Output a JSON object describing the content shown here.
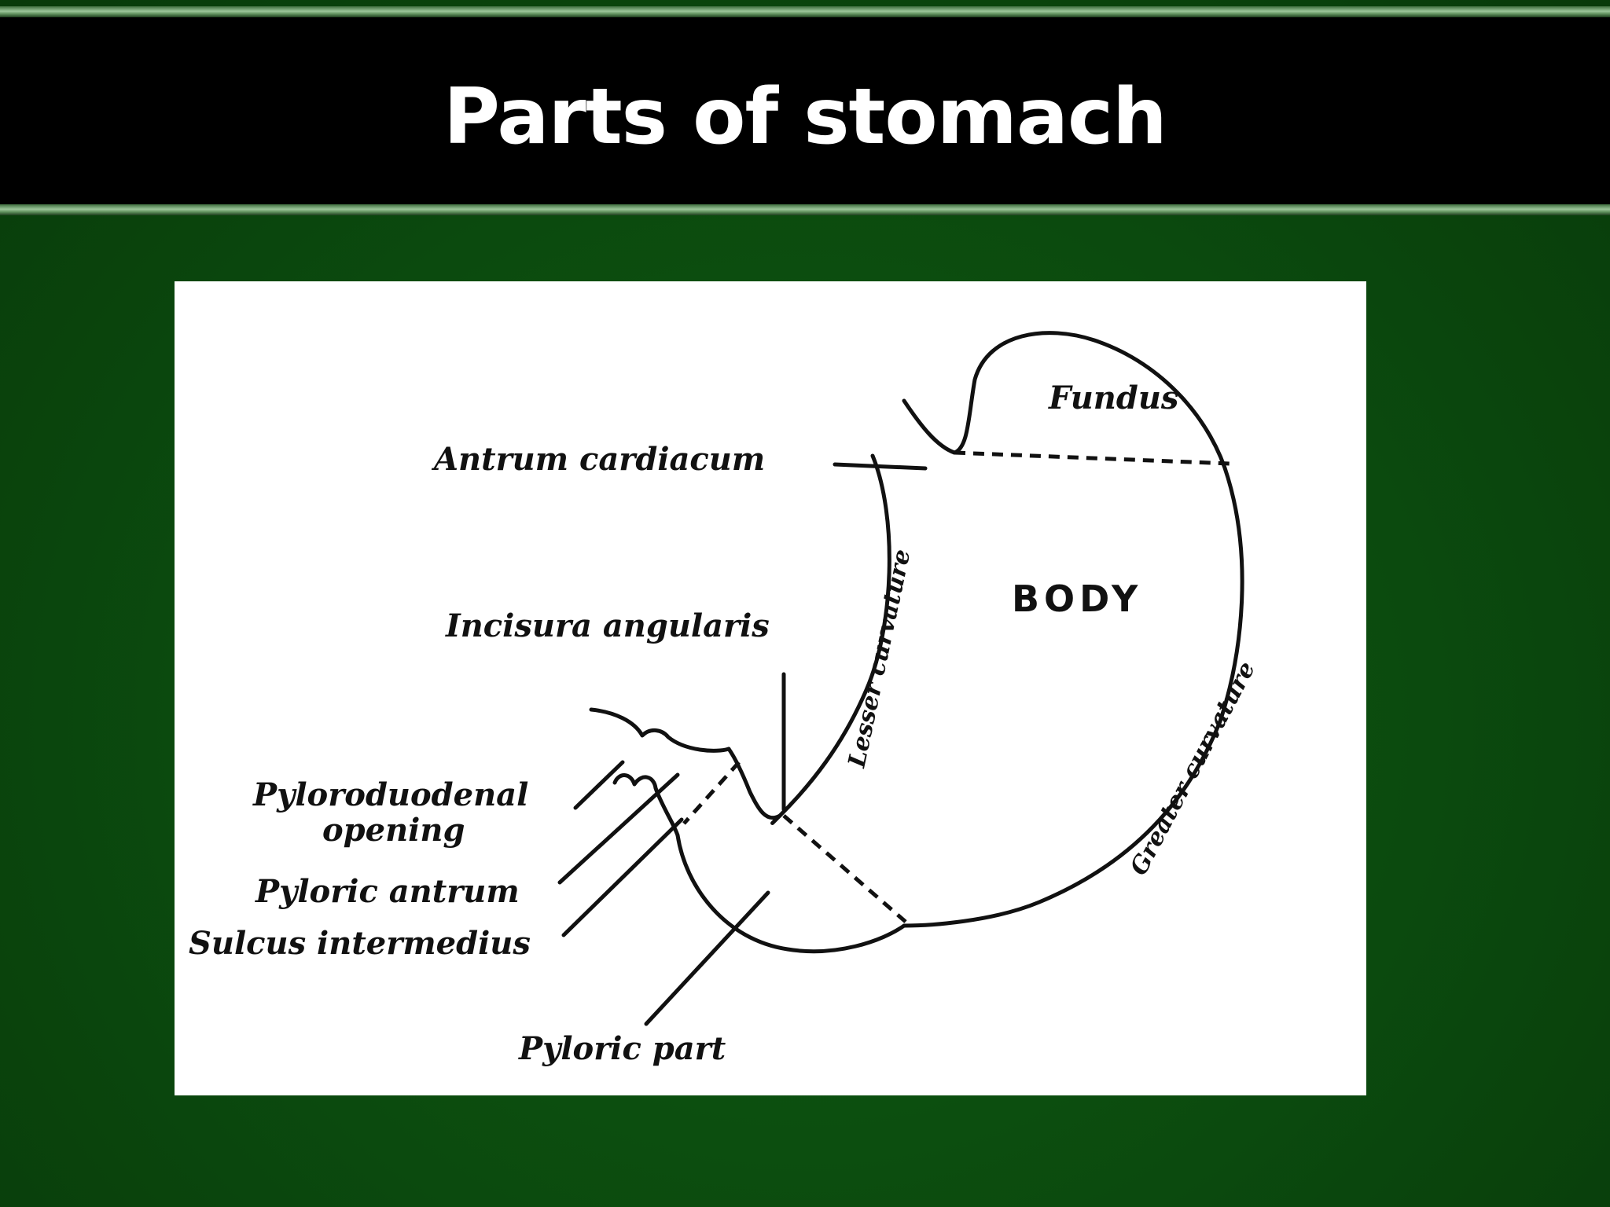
{
  "slide": {
    "title": "Parts of stomach",
    "colors": {
      "background": "#0b4a0e",
      "title_band": "#000000",
      "title_text": "#ffffff",
      "panel": "#ffffff",
      "ink": "#111111"
    }
  },
  "diagram": {
    "labels": {
      "fundus": "Fundus",
      "antrum_cardiacum": "Antrum cardiacum",
      "body": "BODY",
      "lesser_curvature": "Lesser curvature",
      "greater_curvature": "Greater curvature",
      "incisura_angularis": "Incisura angularis",
      "pyloroduodenal_line1": "Pyloroduodenal",
      "pyloroduodenal_line2": "opening",
      "pyloric_antrum": "Pyloric antrum",
      "sulcus_intermedius": "Sulcus intermedius",
      "pyloric_part": "Pyloric part"
    }
  }
}
